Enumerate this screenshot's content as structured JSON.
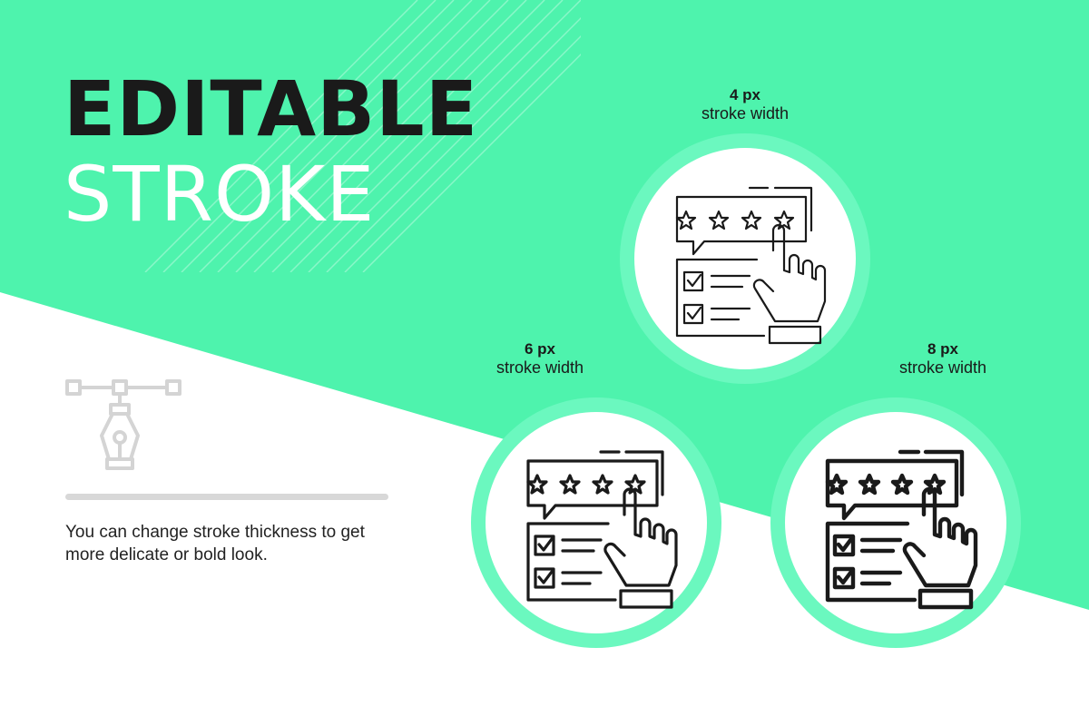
{
  "headline": {
    "line1": "EDITABLE",
    "line2": "STROKE"
  },
  "description": {
    "line1": "You can change stroke thickness to get",
    "line2": "more delicate or bold look."
  },
  "variants": [
    {
      "value": "4 px",
      "label": "stroke width",
      "icon": "customer-rating-icon"
    },
    {
      "value": "6 px",
      "label": "stroke width",
      "icon": "customer-rating-icon"
    },
    {
      "value": "8 px",
      "label": "stroke width",
      "icon": "customer-rating-icon"
    }
  ],
  "icons": {
    "tool": "pen-tool-icon"
  },
  "colors": {
    "accent": "#4ef3ad",
    "ring": "#6bf8bf",
    "ink": "#1a1a1a",
    "muted": "#d8d8d8",
    "background": "#ffffff"
  }
}
